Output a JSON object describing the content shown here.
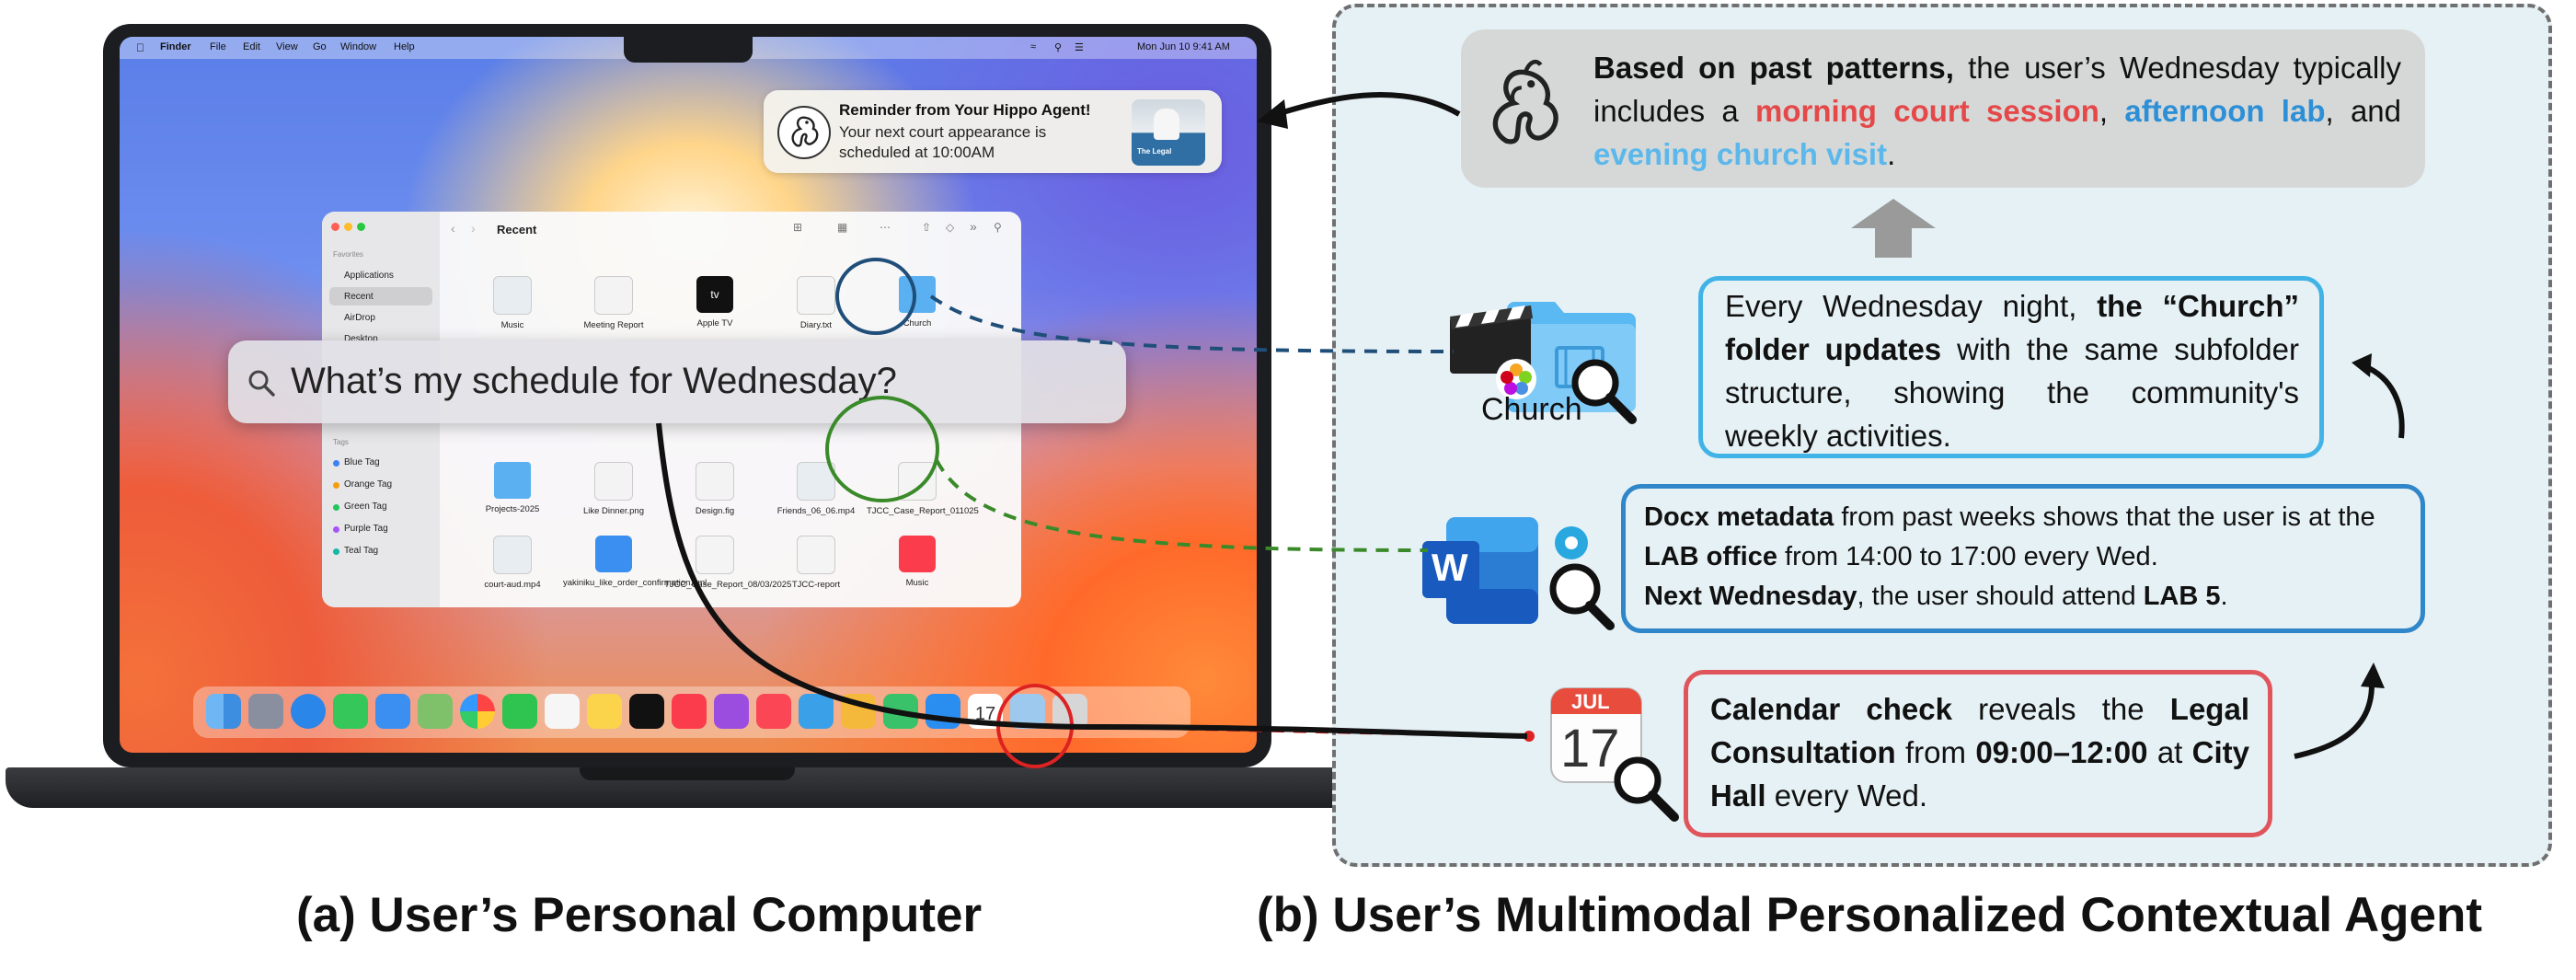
{
  "menubar": {
    "items": [
      "Finder",
      "File",
      "Edit",
      "View",
      "Go",
      "Window",
      "Help"
    ],
    "clock": "Mon Jun 10  9:41 AM"
  },
  "notification": {
    "title": "Reminder from Your Hippo Agent!",
    "body_line1": "Your next court appearance is",
    "body_line2": "scheduled at 10:00AM",
    "thumb_text": "The Legal"
  },
  "finder": {
    "location": "Recent",
    "sidebar": {
      "favorites_header": "Favorites",
      "items": [
        "Applications",
        "Recent",
        "AirDrop",
        "Desktop"
      ],
      "tags_header": "Tags",
      "tags": [
        {
          "label": "Blue Tag",
          "color": "#3b82f6"
        },
        {
          "label": "Orange Tag",
          "color": "#f59e0b"
        },
        {
          "label": "Green Tag",
          "color": "#22c55e"
        },
        {
          "label": "Purple Tag",
          "color": "#a855f7"
        },
        {
          "label": "Teal Tag",
          "color": "#14b8a6"
        }
      ]
    },
    "files_row1": [
      "Music",
      "Meeting Report",
      "Apple TV",
      "Diary.txt",
      "Church"
    ],
    "files_row2": [
      "Projects-2025",
      "Like Dinner.png",
      "Design.fig",
      "Friends_06_06.mp4",
      "TJCC_Case_Report_011025"
    ],
    "files_row3": [
      "court-aud.mp4",
      "yakiniku_like_order_confirmation.eml",
      "TJCC_Case_Report_08/03/2025",
      "TJCC-report",
      "Music"
    ]
  },
  "spotlight": {
    "query": "What’s my schedule for Wednesday?"
  },
  "calendar_icon": {
    "month": "JUL",
    "day": "17"
  },
  "church_label": "Church",
  "word_letter": "W",
  "agent": {
    "top": {
      "bold": "Based on past patterns,",
      "text1": " the user’s Wednesday typically includes a ",
      "red": "morning court session",
      "comma": ",",
      "blue1": "afternoon lab",
      "and": ", and ",
      "blue2": "evening church visit",
      "period": "."
    },
    "church": {
      "t1": "Every Wednesday night, ",
      "b1": "the “Church” folder updates",
      "t2": " with the same subfolder structure, showing the community's weekly activities."
    },
    "docx": {
      "b1": "Docx metadata",
      "t1": " from past weeks shows that the user is at the ",
      "b2": "LAB office",
      "t2": " from 14:00 to 17:00 every Wed.",
      "b3": "Next Wednesday",
      "t3": ", the user should attend ",
      "b4": "LAB 5",
      "t4": "."
    },
    "calendar": {
      "b1": "Calendar check",
      "t1": " reveals the ",
      "b2": "Legal Consultation",
      "t2": " from ",
      "b3": "09:00–12:00",
      "t3": " at ",
      "b4": "City Hall",
      "t4": " every Wed."
    }
  },
  "captions": {
    "left": "(a) User’s Personal Computer",
    "right": "(b) User’s Multimodal Personalized Contextual Agent"
  },
  "colors": {
    "red_box": "#e0545b",
    "blue_box": "#2f86c8",
    "light_blue_box": "#41b3e6",
    "panel_bg": "#e6f1f5",
    "highlight_red": "#e54848",
    "highlight_blue": "#2d8fd6"
  }
}
